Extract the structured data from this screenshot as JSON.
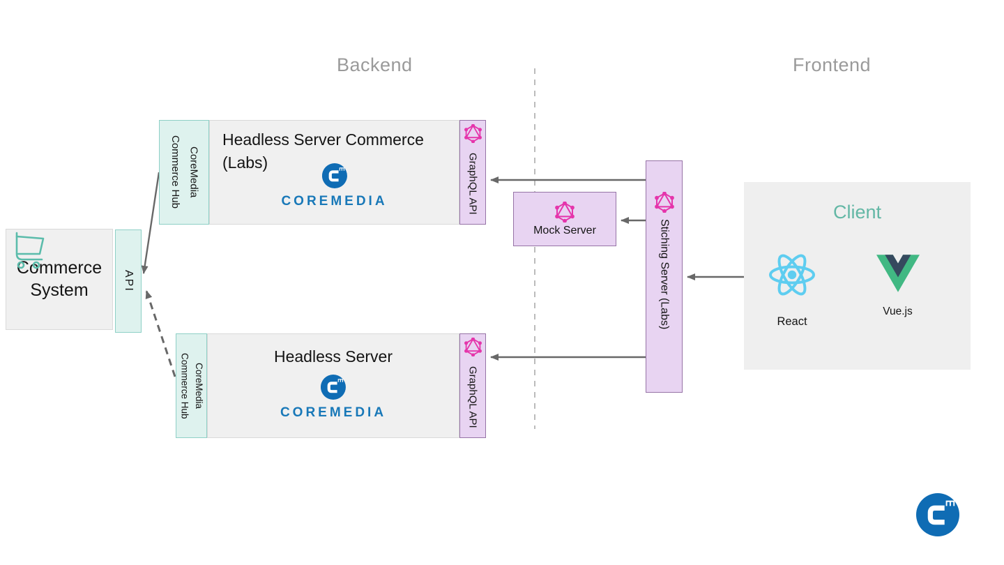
{
  "sections": {
    "backend_label": "Backend",
    "frontend_label": "Frontend"
  },
  "commerce_system": {
    "label": "Commerce System",
    "api_label": "API"
  },
  "headless_server_commerce": {
    "sidebar_label": "CoreMedia\nCommerce Hub",
    "title": "Headless Server Commerce\n(Labs)",
    "brand": "COREMEDIA",
    "graphql_label": "GraphQL API"
  },
  "headless_server": {
    "sidebar_label": "CoreMedia\nCommerce Hub",
    "title": "Headless Server",
    "brand": "COREMEDIA",
    "graphql_label": "GraphQL API"
  },
  "mock_server": {
    "label": "Mock Server"
  },
  "stitching_server": {
    "label": "Stiching Server (Labs)"
  },
  "client": {
    "title": "Client",
    "react_label": "React",
    "vue_label": "Vue.js"
  },
  "icons": {
    "cart": "shopping-cart-icon",
    "graphql": "graphql-logo-icon",
    "coremedia": "coremedia-logo-icon",
    "react": "react-logo-icon",
    "vue": "vuejs-logo-icon"
  },
  "colors": {
    "accent_teal": "#5bbcab",
    "teal_fill": "#def2ee",
    "teal_border": "#8ed0c6",
    "purple_fill": "#e8d4f2",
    "purple_border": "#9673a6",
    "graphql_pink": "#e535ab",
    "box_gray": "#f0f0f0",
    "box_gray_border": "#d9d9d9",
    "arrow_gray": "#686868",
    "divider_gray": "#bbbbbb",
    "section_label_gray": "#9a9a9a",
    "coremedia_blue": "#0f6cb4",
    "coremedia_wordmark_blue": "#1878b8",
    "client_title_teal": "#63b7a5",
    "react_blue": "#5ecdf0",
    "vue_green": "#41b883",
    "vue_navy": "#35495e",
    "text_black": "#141414"
  }
}
